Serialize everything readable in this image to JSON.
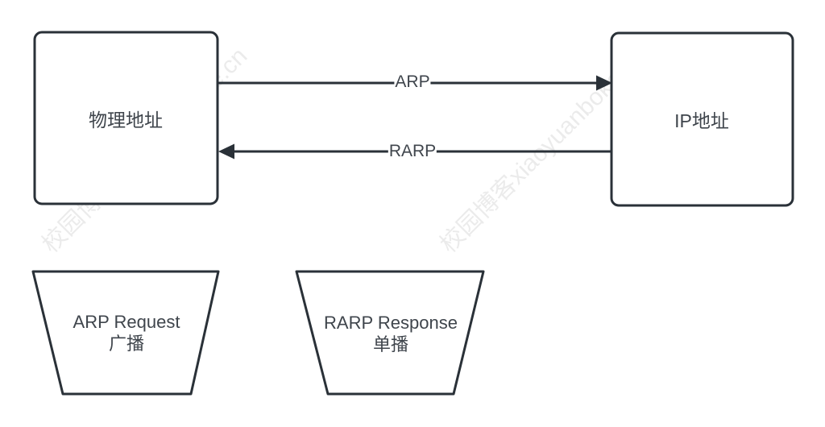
{
  "colors": {
    "stroke": "#2a3138",
    "text": "#3f454c",
    "watermark": "rgba(0,0,0,0.08)"
  },
  "diagram": {
    "nodes": {
      "physical_address": {
        "label": "物理地址"
      },
      "ip_address": {
        "label": "IP地址"
      }
    },
    "arrows": {
      "arp": {
        "label": "ARP",
        "direction": "left-to-right"
      },
      "rarp": {
        "label": "RARP",
        "direction": "right-to-left"
      }
    },
    "trapezoids": {
      "arp_request": {
        "line1": "ARP Request",
        "line2": "广播"
      },
      "rarp_response": {
        "line1": "RARP Response",
        "line2": "单播"
      }
    },
    "watermark": {
      "text": "校园博客xiaoyuanboke.cn"
    }
  }
}
